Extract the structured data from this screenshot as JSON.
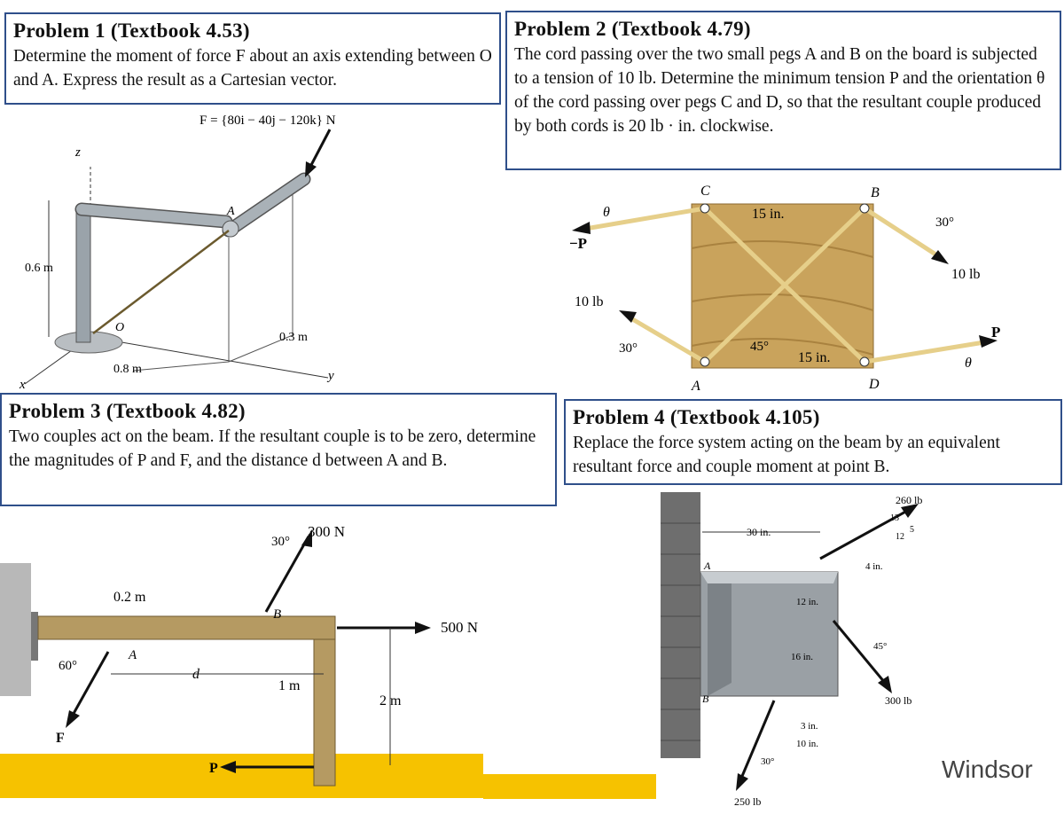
{
  "problems": [
    {
      "title": "Problem 1 (Textbook 4.53)",
      "body": "Determine the moment of force F about an axis extending between O and A. Express the result as a Cartesian vector.",
      "figure": {
        "force_label": "F = {80i − 40j − 120k} N",
        "z": "z",
        "x": "x",
        "y": "y",
        "A": "A",
        "O": "O",
        "dim_06": "0.6 m",
        "dim_03": "0.3 m",
        "dim_08": "0.8 m"
      }
    },
    {
      "title": "Problem 2 (Textbook 4.79)",
      "body": "The cord passing over the two small pegs A and B on the board is subjected to a tension of 10 lb. Determine the minimum tension P and the orientation θ of the cord passing over pegs C and D, so that the resultant couple produced by both cords is 20 lb · in. clockwise.",
      "figure": {
        "C": "C",
        "B": "B",
        "A": "A",
        "D": "D",
        "theta": "θ",
        "minus_p": "−P",
        "p": "P",
        "ten_lb": "10 lb",
        "fifteen_in": "15 in.",
        "thirty_deg": "30°",
        "fortyfive_deg": "45°"
      }
    },
    {
      "title": "Problem 3 (Textbook 4.82)",
      "body": "Two couples act on the beam. If the resultant couple is to be zero, determine the magnitudes of P and F, and the distance d between A and B.",
      "figure": {
        "n300": "300 N",
        "n500": "500 N",
        "deg30": "30°",
        "deg60": "60°",
        "m02": "0.2 m",
        "m1": "1 m",
        "m2": "2 m",
        "A": "A",
        "B": "B",
        "d": "d",
        "F": "F",
        "P": "P"
      }
    },
    {
      "title": "Problem 4 (Textbook 4.105)",
      "body": "Replace the force system acting on the beam by an equivalent resultant force and couple moment at point B.",
      "figure": {
        "lb260": "260 lb",
        "lb300": "300 lb",
        "lb250": "250 lb",
        "n13": "13",
        "n5": "5",
        "n12": "12",
        "in30": "30 in.",
        "in4": "4 in.",
        "in12": "12 in.",
        "in16": "16 in.",
        "in3": "3 in.",
        "in10": "10 in.",
        "deg45": "45°",
        "deg30": "30°",
        "A": "A",
        "B": "B"
      }
    }
  ],
  "footer": {
    "brand": "Windsor"
  },
  "colors": {
    "box_border": "#2f4f8a",
    "accent_bar": "#f6c200",
    "wood": "#c9a35c",
    "pipe": "#9aa3aa"
  }
}
